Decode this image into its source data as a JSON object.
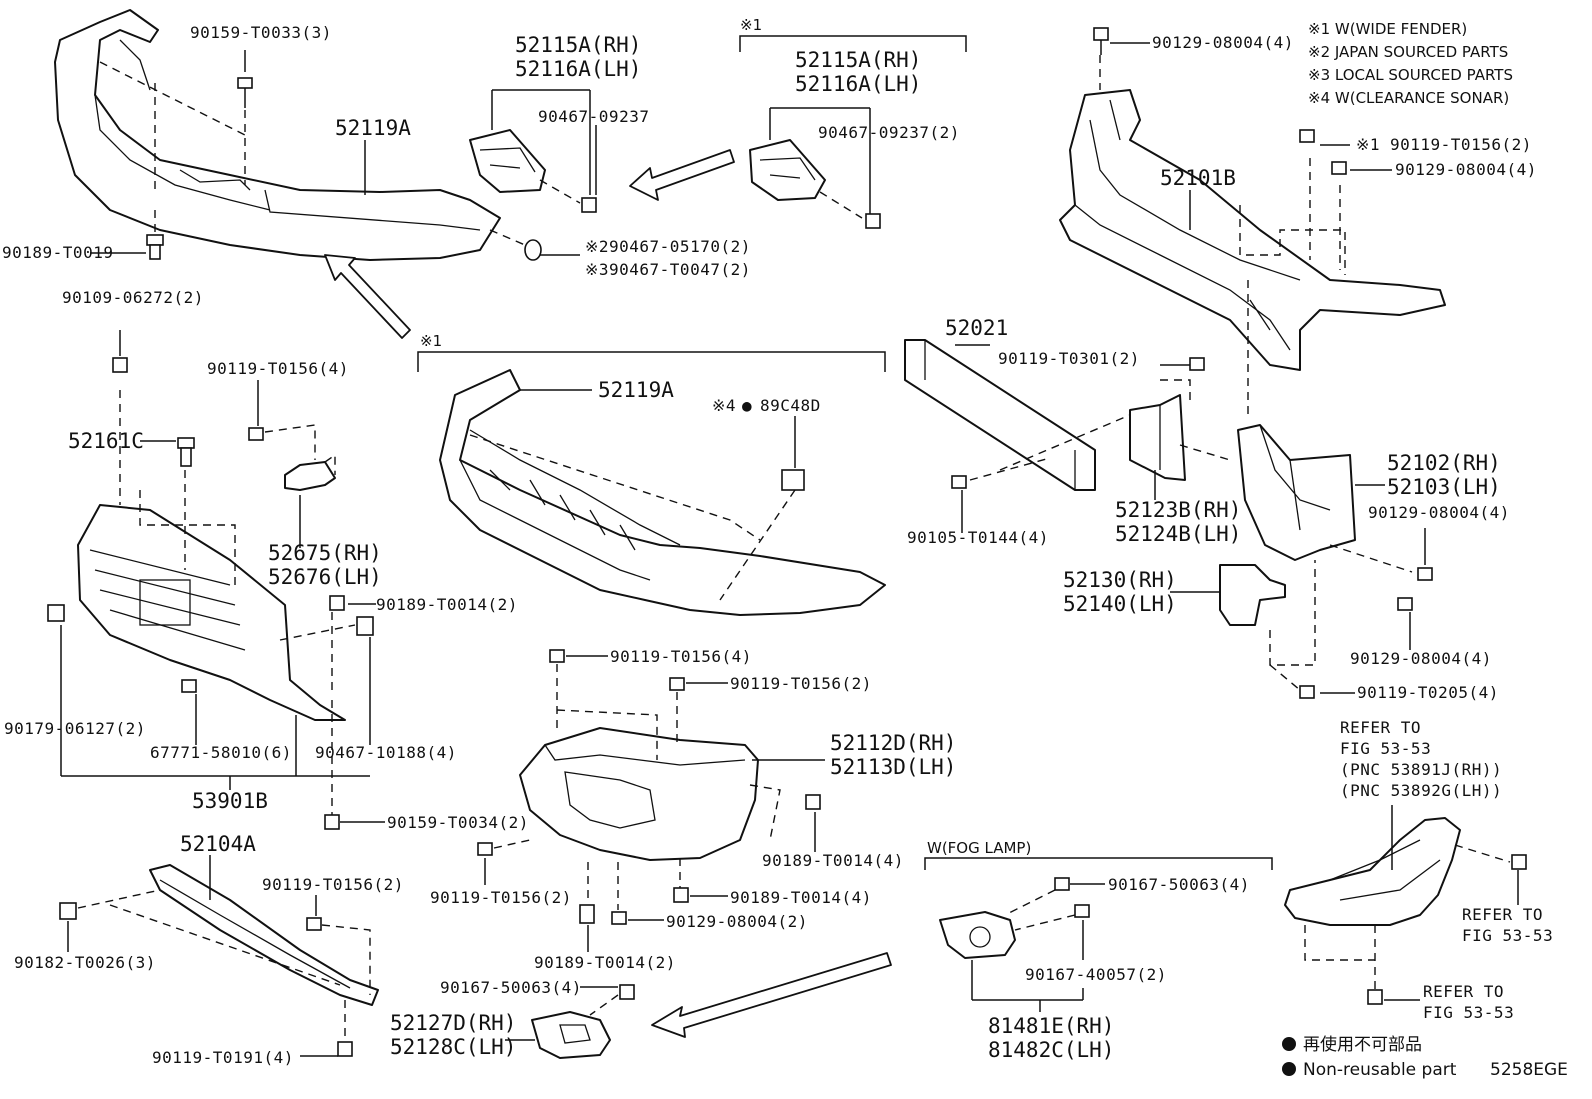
{
  "labels": [
    {
      "id": "l1",
      "text": "90159-T0033(3)"
    },
    {
      "id": "l2",
      "text": "52115A(RH)"
    },
    {
      "id": "l3",
      "text": "52116A(LH)"
    },
    {
      "id": "l4",
      "text": "90467-09237"
    },
    {
      "id": "l5",
      "text": "52119A"
    },
    {
      "id": "l6",
      "text": "90189-T0019"
    },
    {
      "id": "l7",
      "text": "90467-05170(2)"
    },
    {
      "id": "l8",
      "text": "90467-T0047(2)"
    },
    {
      "id": "l9",
      "text": "52115A(RH)"
    },
    {
      "id": "l10",
      "text": "52116A(LH)"
    },
    {
      "id": "l11",
      "text": "90467-09237(2)"
    },
    {
      "id": "l12",
      "text": "90129-08004(4)"
    },
    {
      "id": "l13",
      "text": "90119-T0156(2)"
    },
    {
      "id": "l14",
      "text": "90129-08004(4)"
    },
    {
      "id": "l15",
      "text": "52101B"
    },
    {
      "id": "l16",
      "text": "90109-06272(2)"
    },
    {
      "id": "l17",
      "text": "90119-T0156(4)"
    },
    {
      "id": "l18",
      "text": "52161C"
    },
    {
      "id": "l19",
      "text": "52675(RH)"
    },
    {
      "id": "l20",
      "text": "52676(LH)"
    },
    {
      "id": "l21",
      "text": "90189-T0014(2)"
    },
    {
      "id": "l22",
      "text": "90179-06127(2)"
    },
    {
      "id": "l23",
      "text": "67771-58010(6)"
    },
    {
      "id": "l24",
      "text": "90467-10188(4)"
    },
    {
      "id": "l25",
      "text": "53901B"
    },
    {
      "id": "l26",
      "text": "52119A"
    },
    {
      "id": "l27",
      "text": "89C48D"
    },
    {
      "id": "l28",
      "text": "52021"
    },
    {
      "id": "l29",
      "text": "90119-T0301(2)"
    },
    {
      "id": "l30",
      "text": "90105-T0144(4)"
    },
    {
      "id": "l31",
      "text": "52123B(RH)"
    },
    {
      "id": "l32",
      "text": "52124B(LH)"
    },
    {
      "id": "l33",
      "text": "52102(RH)"
    },
    {
      "id": "l34",
      "text": "52103(LH)"
    },
    {
      "id": "l35",
      "text": "90129-08004(4)"
    },
    {
      "id": "l36",
      "text": "52130(RH)"
    },
    {
      "id": "l37",
      "text": "52140(LH)"
    },
    {
      "id": "l38",
      "text": "90129-08004(4)"
    },
    {
      "id": "l39",
      "text": "90119-T0205(4)"
    },
    {
      "id": "l40",
      "text": "90119-T0156(4)"
    },
    {
      "id": "l41",
      "text": "90119-T0156(2)"
    },
    {
      "id": "l42",
      "text": "52112D(RH)"
    },
    {
      "id": "l43",
      "text": "52113D(LH)"
    },
    {
      "id": "l44",
      "text": "90159-T0034(2)"
    },
    {
      "id": "l45",
      "text": "90189-T0014(4)"
    },
    {
      "id": "l46",
      "text": "52104A"
    },
    {
      "id": "l47",
      "text": "90119-T0156(2)"
    },
    {
      "id": "l48",
      "text": "90182-T0026(3)"
    },
    {
      "id": "l49",
      "text": "90119-T0156(2)"
    },
    {
      "id": "l50",
      "text": "90189-T0014(4)"
    },
    {
      "id": "l51",
      "text": "90129-08004(2)"
    },
    {
      "id": "l52",
      "text": "90189-T0014(2)"
    },
    {
      "id": "l53",
      "text": "90167-50063(4)"
    },
    {
      "id": "l54",
      "text": "52127D(RH)"
    },
    {
      "id": "l55",
      "text": "52128C(LH)"
    },
    {
      "id": "l56",
      "text": "90119-T0191(4)"
    },
    {
      "id": "l57",
      "text": "90167-50063(4)"
    },
    {
      "id": "l58",
      "text": "90167-40057(2)"
    },
    {
      "id": "l59",
      "text": "81481E(RH)"
    },
    {
      "id": "l60",
      "text": "81482C(LH)"
    },
    {
      "id": "l61",
      "text": "REFER TO"
    },
    {
      "id": "l62",
      "text": "FIG 53-53"
    },
    {
      "id": "l63",
      "text": "(PNC 53891J(RH))"
    },
    {
      "id": "l64",
      "text": "(PNC 53892G(LH))"
    },
    {
      "id": "l65",
      "text": "REFER TO"
    },
    {
      "id": "l66",
      "text": "FIG 53-53"
    },
    {
      "id": "l67",
      "text": "REFER TO"
    },
    {
      "id": "l68",
      "text": "FIG 53-53"
    }
  ],
  "markers": {
    "n1": "※1",
    "n2": "※2",
    "n3": "※3",
    "n4": "※4",
    "bullet": "●"
  },
  "bracket_notes": {
    "wide_fender_top": "※1",
    "wide_fender_mid": "※1",
    "fog_lamp": "W(FOG LAMP)"
  },
  "notes": [
    "※1 W(WIDE FENDER)",
    "※2 JAPAN SOURCED PARTS",
    "※3 LOCAL SOURCED PARTS",
    "※4 W(CLEARANCE SONAR)"
  ],
  "legend": {
    "jp": "再使用不可部品",
    "en": "Non-reusable part"
  },
  "diagram_code": "5258EGE"
}
